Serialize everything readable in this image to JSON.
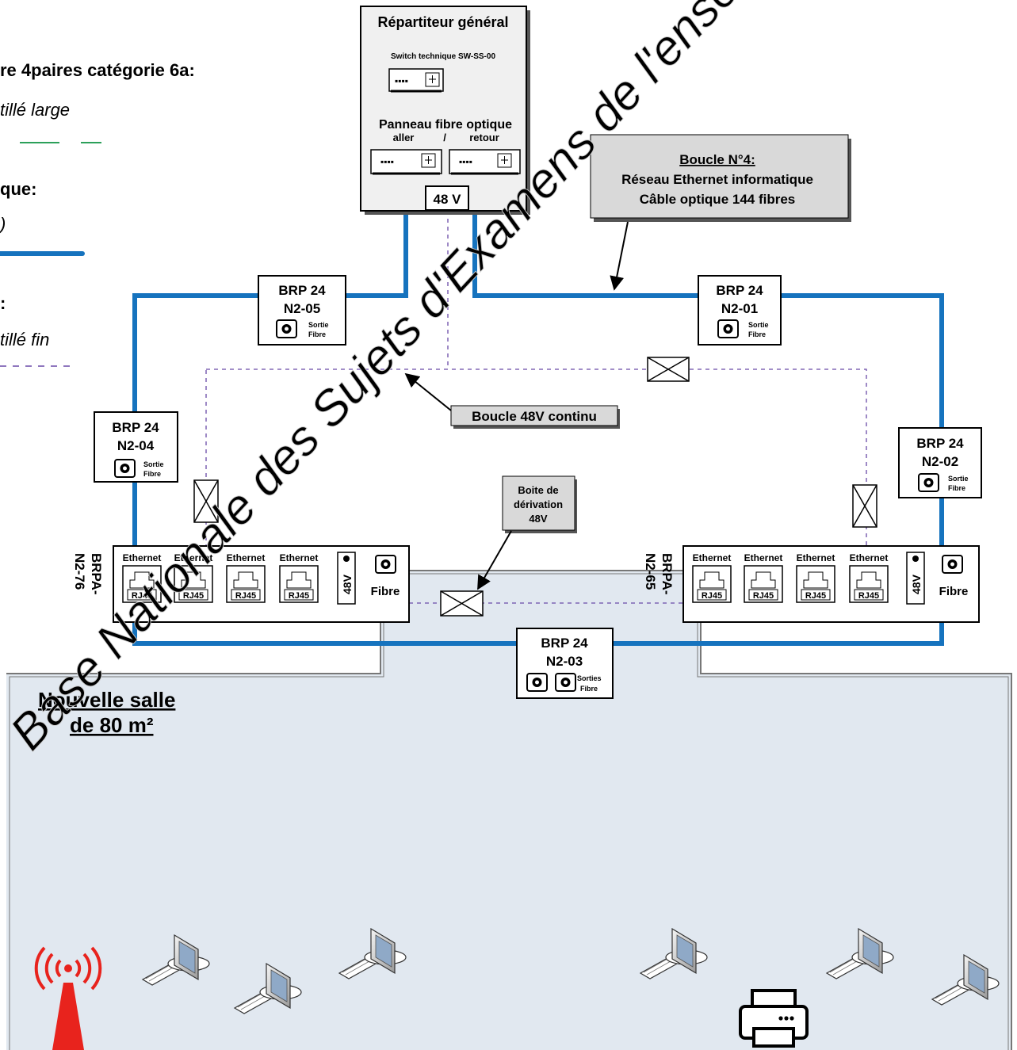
{
  "legend": {
    "copper_title": "re 4paires catégorie 6a:",
    "copper_style": "tillé large",
    "fiber_title": "que:",
    "fiber_style": ")",
    "power_title": ":",
    "power_style": "tillé fin"
  },
  "repartiteur": {
    "title": "Répartiteur général",
    "switch_label": "Switch technique SW-SS-00",
    "panel_label": "Panneau  fibre optique",
    "panel_aller": "aller",
    "panel_sep": "/",
    "panel_retour": "retour",
    "power_label": "48 V"
  },
  "callout_boucle4": {
    "title": "Boucle N°4:",
    "line1": "Réseau Ethernet informatique",
    "line2": "Câble optique 144 fibres"
  },
  "callout_48v": {
    "label": "Boucle 48V continu"
  },
  "callout_derivation": {
    "line1": "Boite de",
    "line2": "dérivation",
    "line3": "48V"
  },
  "brp": [
    {
      "line1": "BRP 24",
      "line2": "N2-05",
      "out1": "Sortie",
      "out2": "Fibre"
    },
    {
      "line1": "BRP 24",
      "line2": "N2-01",
      "out1": "Sortie",
      "out2": "Fibre"
    },
    {
      "line1": "BRP 24",
      "line2": "N2-04",
      "out1": "Sortie",
      "out2": "Fibre"
    },
    {
      "line1": "BRP 24",
      "line2": "N2-02",
      "out1": "Sortie",
      "out2": "Fibre"
    },
    {
      "line1": "BRP 24",
      "line2": "N2-03",
      "out1": "Sorties",
      "out2": "Fibre"
    }
  ],
  "room": {
    "title_line1": "Nouvelle salle",
    "title_line2": "de 80 m²"
  },
  "brpa": [
    {
      "name_line1": "BRPA-",
      "name_line2": "N2-76",
      "ports": [
        "Ethernet",
        "Ethernet",
        "Ethernet",
        "Ethernet"
      ],
      "port_type": "RJ45",
      "power": "48V",
      "fibre": "Fibre"
    },
    {
      "name_line1": "BRPA-",
      "name_line2": "N2-65",
      "ports": [
        "Ethernet",
        "Ethernet",
        "Ethernet",
        "Ethernet"
      ],
      "port_type": "RJ45",
      "power": "48V",
      "fibre": "Fibre"
    }
  ],
  "watermark": "Base Nationale des Sujets d'Examens de l'enseignement",
  "colors": {
    "fiber": "#1673be",
    "copper": "#2ca05a",
    "power": "#6a4aa8",
    "callout": "#d9d9d9",
    "room": "#e1e8f0",
    "antenna": "#e8231d"
  },
  "icons": [
    "switch-icon",
    "fiber-socket-icon",
    "rj45-icon",
    "wifi-antenna-icon",
    "computer-icon",
    "printer-icon",
    "junction-box-icon"
  ]
}
